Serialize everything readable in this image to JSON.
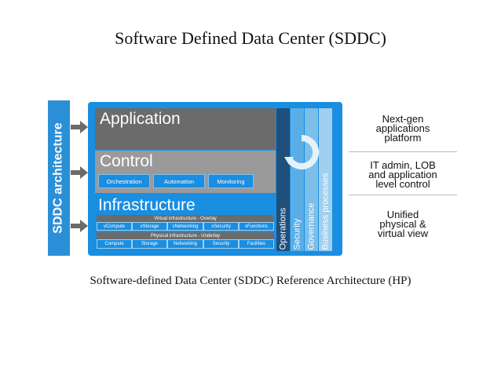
{
  "title": "Software Defined Data Center (SDDC)",
  "caption": "Software-defined Data Center (SDDC) Reference Architecture (HP)",
  "colors": {
    "accent_blue": "#1a8ee0",
    "app_gray": "#6b6b6b",
    "control_gray": "#9a9a9a"
  },
  "side_label": "SDDC architecture",
  "layers": {
    "application": "Application",
    "control": "Control",
    "infrastructure": "Infrastructure"
  },
  "control_items": [
    "Orchestration",
    "Automation",
    "Monitoring"
  ],
  "overlay": {
    "label": "Virtual infrastructure - Overlay",
    "items": [
      "vCompute",
      "vStorage",
      "vNetworking",
      "vSecurity",
      "vFunctions"
    ]
  },
  "underlay": {
    "label": "Physical infrastructure - Underlay",
    "items": [
      "Compute",
      "Storage",
      "Networking",
      "Security",
      "Facilities"
    ]
  },
  "columns": [
    "Operations",
    "Security",
    "Governance",
    "Business processes"
  ],
  "notes": {
    "top": [
      "Next-gen",
      "applications",
      "platform"
    ],
    "middle": [
      "IT admin, LOB",
      "and application",
      "level control"
    ],
    "bottom": [
      "Unified",
      "physical &",
      "virtual view"
    ]
  }
}
